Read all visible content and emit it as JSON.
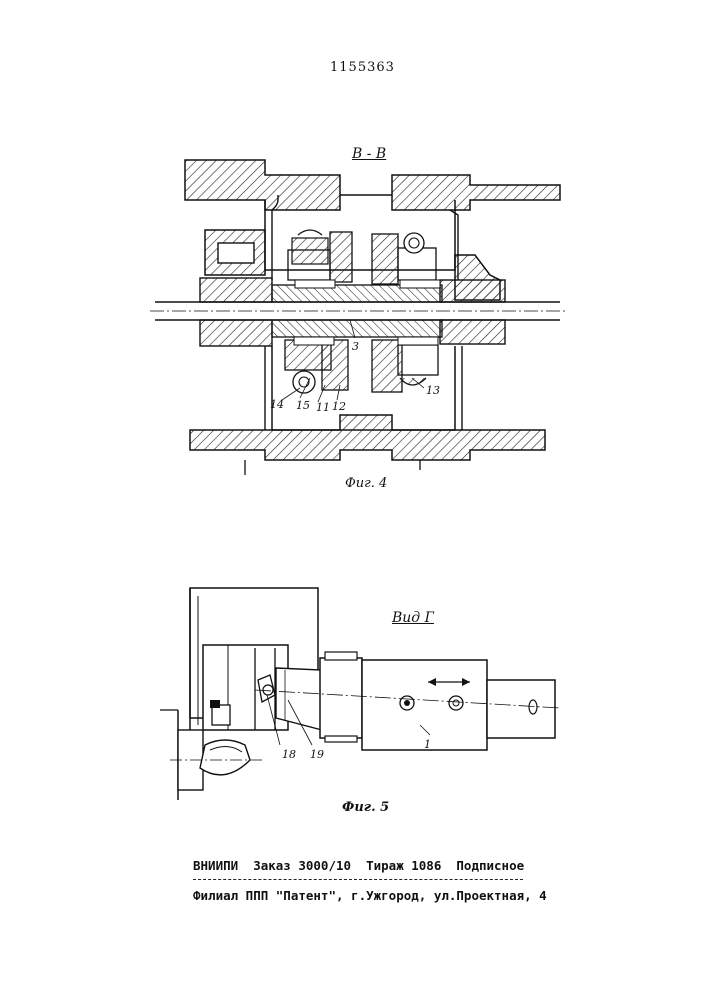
{
  "patent_number": "1155363",
  "figure4": {
    "section_label": "В - В",
    "caption": "Фиг. 4",
    "parts": [
      "3",
      "14",
      "15",
      "11",
      "12",
      "13"
    ]
  },
  "figure5": {
    "view_label": "Вид Г",
    "caption": "Фиг. 5",
    "parts": [
      "18",
      "19",
      "1"
    ]
  },
  "imprint": {
    "line1": "ВНИИПИ  Заказ 3000/10  Тираж 1086  Подписное",
    "line2": "Филиал ППП \"Патент\", г.Ужгород, ул.Проектная, 4"
  }
}
